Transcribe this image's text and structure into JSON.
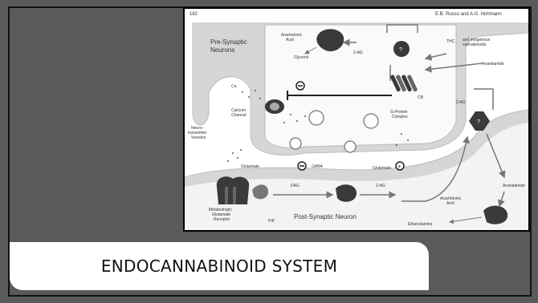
{
  "slide": {
    "title": "ENDOCANNABINOID SYSTEM"
  },
  "figure": {
    "page_number": "182",
    "running_head": "E.B. Russo and A.G. Hohmann",
    "labels": {
      "pre_synaptic": [
        "Pre-Synaptic",
        "Neurons"
      ],
      "arachidonic_acid_top": [
        "Arachidonic",
        "Acid"
      ],
      "glycerol": "Glycerol",
      "two_ag_top": "2-AG",
      "thc": [
        "THC",
        "and exogenous",
        "cannabinoids"
      ],
      "anandamide_top": "Anandamide",
      "ca": "Ca",
      "calcium_channel": [
        "Calcium",
        "Channel"
      ],
      "cb1": "CB",
      "g_protein": [
        "G-Protein",
        "Complex"
      ],
      "two_ag_right": "2-AG",
      "nt_vesicles": [
        "Neuro-",
        "transmitter",
        "Vesicles"
      ],
      "glutamate_left": "Glutamate",
      "gaba": "GABA",
      "glutamate_right": "Glutamate",
      "minus": "−",
      "dash": "-",
      "plus": "+",
      "dag": "DAG",
      "two_ag_bottom": "2-AG",
      "anandamide_bottom": "Anandamide",
      "arachidonic_acid_bottom": [
        "Arachidonic",
        "Acid"
      ],
      "mglur": [
        "Metabotropic",
        "Glutamate",
        "Receptor"
      ],
      "pip2": "PIP",
      "post_synaptic": "Post-Synaptic Neuron",
      "ethanolamine": "Ethanolamine",
      "question": "?"
    }
  },
  "colors": {
    "slide_bg": "#5a5a5a",
    "figure_bg": "#ffffff",
    "membrane": "#d6d6d6",
    "dark_protein": "#3a3a3a"
  }
}
